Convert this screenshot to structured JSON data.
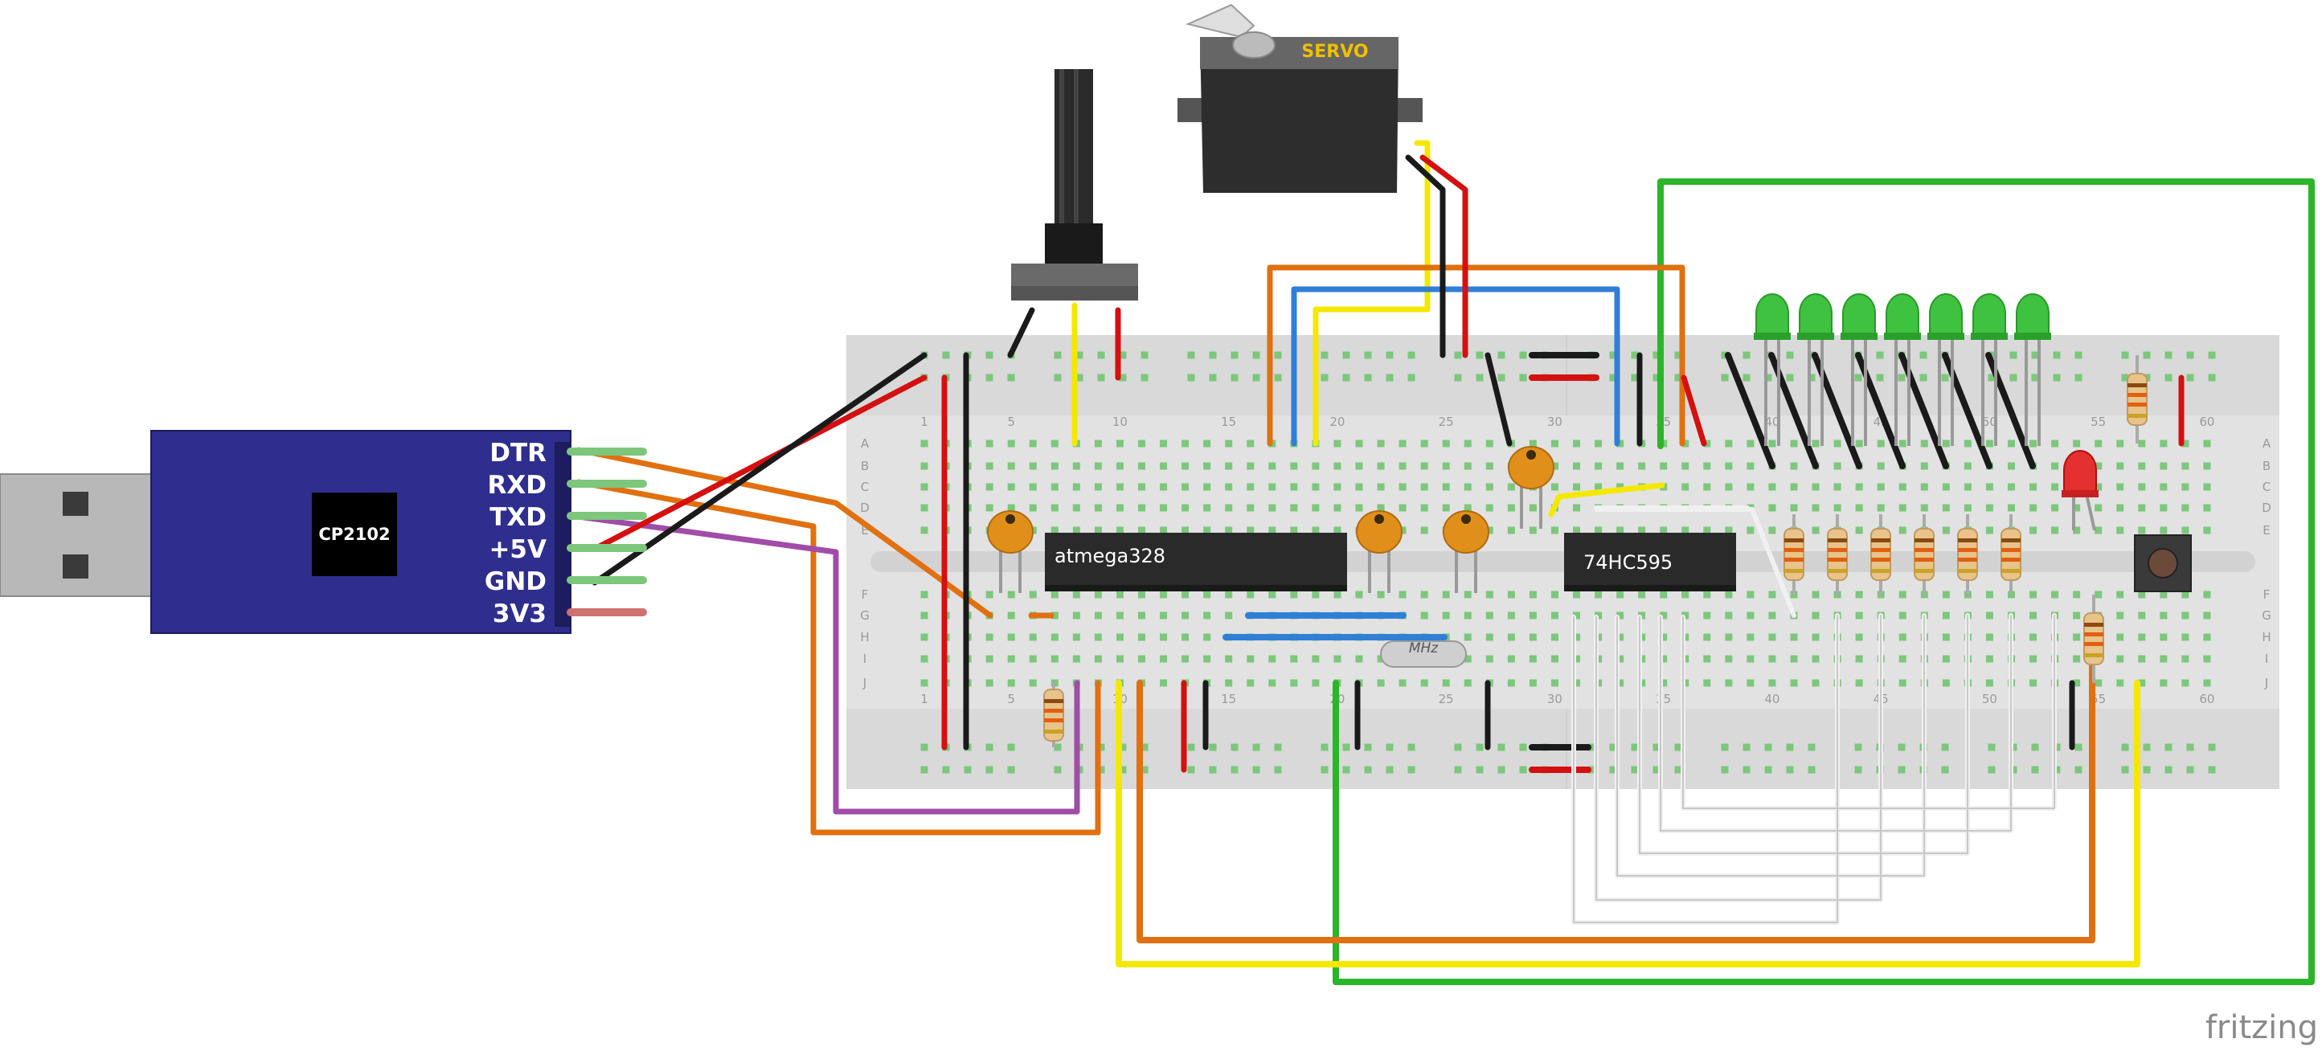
{
  "usb_board": {
    "chip_label": "CP2102",
    "pins": [
      "DTR",
      "RXD",
      "TXD",
      "+5V",
      "GND",
      "3V3"
    ]
  },
  "breadboard": {
    "column_numbers": [
      "1",
      "5",
      "10",
      "15",
      "20",
      "25",
      "30",
      "35",
      "40",
      "45",
      "50",
      "55",
      "60"
    ],
    "row_letters_top": [
      "A",
      "B",
      "C",
      "D",
      "E"
    ],
    "row_letters_bottom": [
      "F",
      "G",
      "H",
      "I",
      "J"
    ]
  },
  "components": {
    "mcu_label": "atmega328",
    "shift_register_label": "74HC595",
    "crystal_label": "MHz",
    "servo_label": "SERVO"
  },
  "brand": "fritzing",
  "colors": {
    "usb_board": "#2e2e8e",
    "breadboard": "#e2e2e2",
    "hole": "#7cc77c",
    "wire_orange": "#e07010",
    "wire_red": "#d41010",
    "wire_black": "#1a1a1a",
    "wire_blue": "#2f7fd6",
    "wire_yellow": "#f5e800",
    "wire_green": "#2ab52a",
    "wire_purple": "#a04ca8",
    "wire_white": "#f0f0f0"
  }
}
